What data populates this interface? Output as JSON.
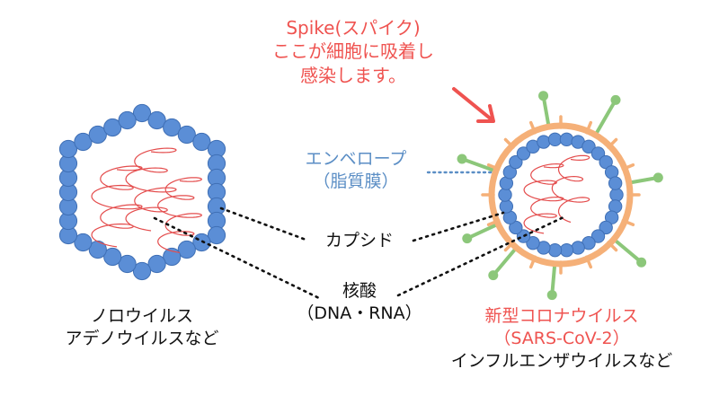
{
  "labels": {
    "spike": [
      "Spike(スパイク)",
      "ここが細胞に吸着し",
      "感染します。"
    ],
    "envelope": [
      "エンベロープ",
      "（脂質膜）"
    ],
    "capsid": "カプシド",
    "nucleic_acid": [
      "核酸",
      "（DNA・RNA）"
    ],
    "left_virus": [
      "ノロウイルス",
      "アデノウイルスなど"
    ],
    "right_virus": [
      "新型コロナウイルス",
      "（SARS-CoV-2）",
      "インフルエンザウイルスなど"
    ]
  },
  "colors": {
    "capsid_bead": "#5b8ed6",
    "capsid_bead_stroke": "#3f6fb5",
    "envelope": "#f5b078",
    "spike": "#8cc77a",
    "nucleic_acid": "#e44d4d",
    "arrow": "#ef5350",
    "accent_red_text": "#ef5350",
    "accent_blue_text": "#5b8ec5",
    "text": "#111111"
  }
}
